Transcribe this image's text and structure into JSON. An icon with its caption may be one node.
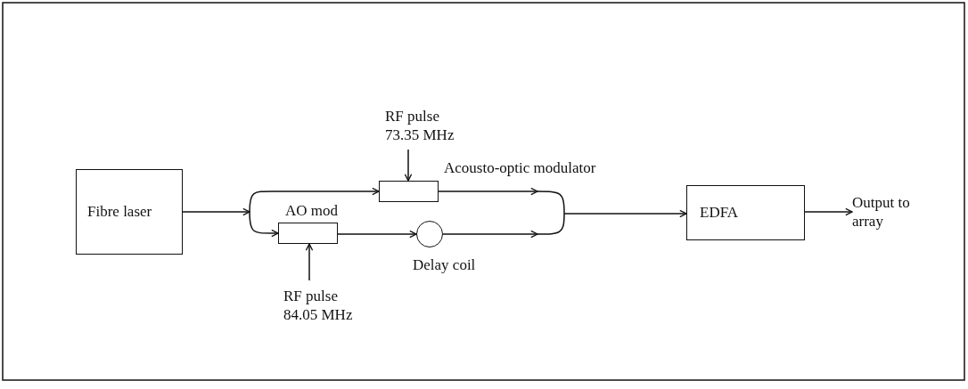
{
  "diagram": {
    "nodes": [
      {
        "text": [
          "Fibre laser"
        ]
      },
      {
        "text": [
          "RF pulse 73.35 MHz"
        ]
      },
      {
        "text": [],
        "shape": "box",
        "beside": [
          "Acousto-optic modulator"
        ]
      },
      {
        "text": [],
        "shape": "box",
        "beside": [
          "AO mod"
        ]
      },
      {
        "text": [],
        "shape": "circle",
        "beside": [
          "Delay coil"
        ]
      },
      {
        "text": [
          "RF pulse 84.05 MHz"
        ]
      },
      {
        "text": [
          "EDFA"
        ]
      },
      {
        "text": [
          "Output to array"
        ]
      }
    ],
    "edges": [
      {
        "from": 0,
        "to": 2,
        "arrow": "to"
      },
      {
        "from": 0,
        "to": 3,
        "arrow": "to"
      },
      {
        "from": 1,
        "to": 2,
        "arrow": "to"
      },
      {
        "from": 5,
        "to": 3,
        "arrow": "to"
      },
      {
        "from": 3,
        "to": 4,
        "arrow": "to"
      },
      {
        "from": 2,
        "to": 6,
        "arrow": "to"
      },
      {
        "from": 4,
        "to": 6,
        "arrow": "to"
      },
      {
        "from": 6,
        "to": 7,
        "arrow": "to"
      }
    ]
  }
}
